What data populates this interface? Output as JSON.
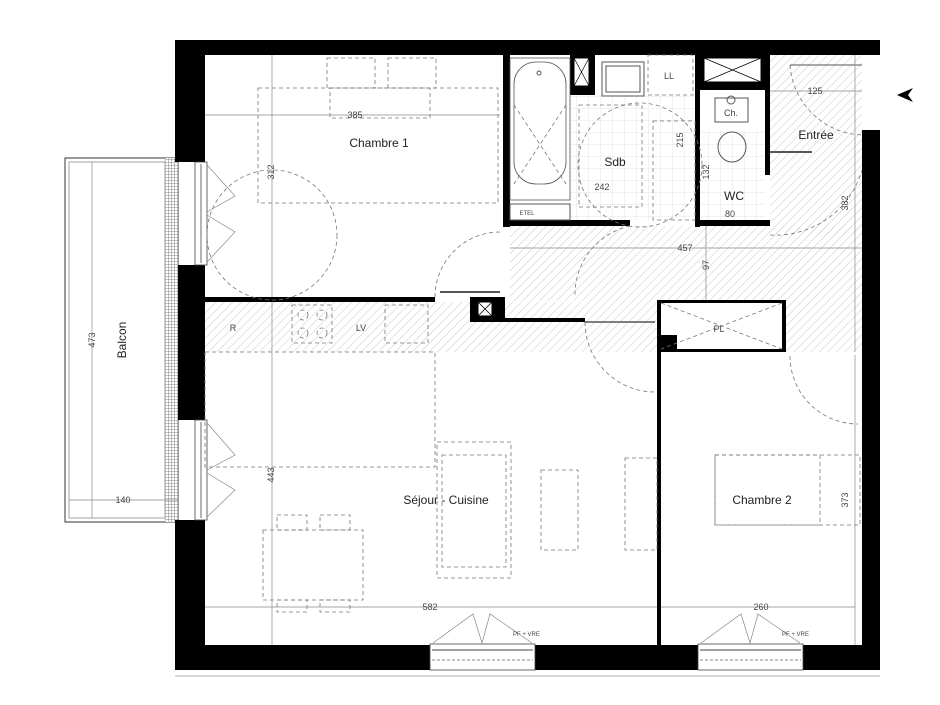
{
  "rooms": {
    "chambre1": "Chambre 1",
    "sdb": "Sdb",
    "ll": "LL",
    "ch": "Ch.",
    "entree": "Entrée",
    "wc": "WC",
    "etel": "ETEL",
    "r": "R",
    "lv": "LV",
    "pl": "PL",
    "balcon": "Balcon",
    "sejour": "Séjour - Cuisine",
    "chambre2": "Chambre 2"
  },
  "dimensions": {
    "ch1_width": "385",
    "ch1_depth": "312",
    "entree_width": "125",
    "sdb_depth": "215",
    "wc_depth": "132",
    "sdb_width": "242",
    "wc_width": "80",
    "corridor_width": "457",
    "corridor_depth": "97",
    "entree_depth": "382",
    "balcon_length": "473",
    "balcon_width": "140",
    "sejour_depth": "443",
    "sejour_width": "582",
    "ch2_width": "260",
    "ch2_depth": "373"
  },
  "window_labels": {
    "window_type": "PF + VRE"
  },
  "colors": {
    "wall": "#000000",
    "hatch": "#bbbbbb"
  },
  "icons": {
    "entry_arrow": "arrow-left-icon"
  }
}
